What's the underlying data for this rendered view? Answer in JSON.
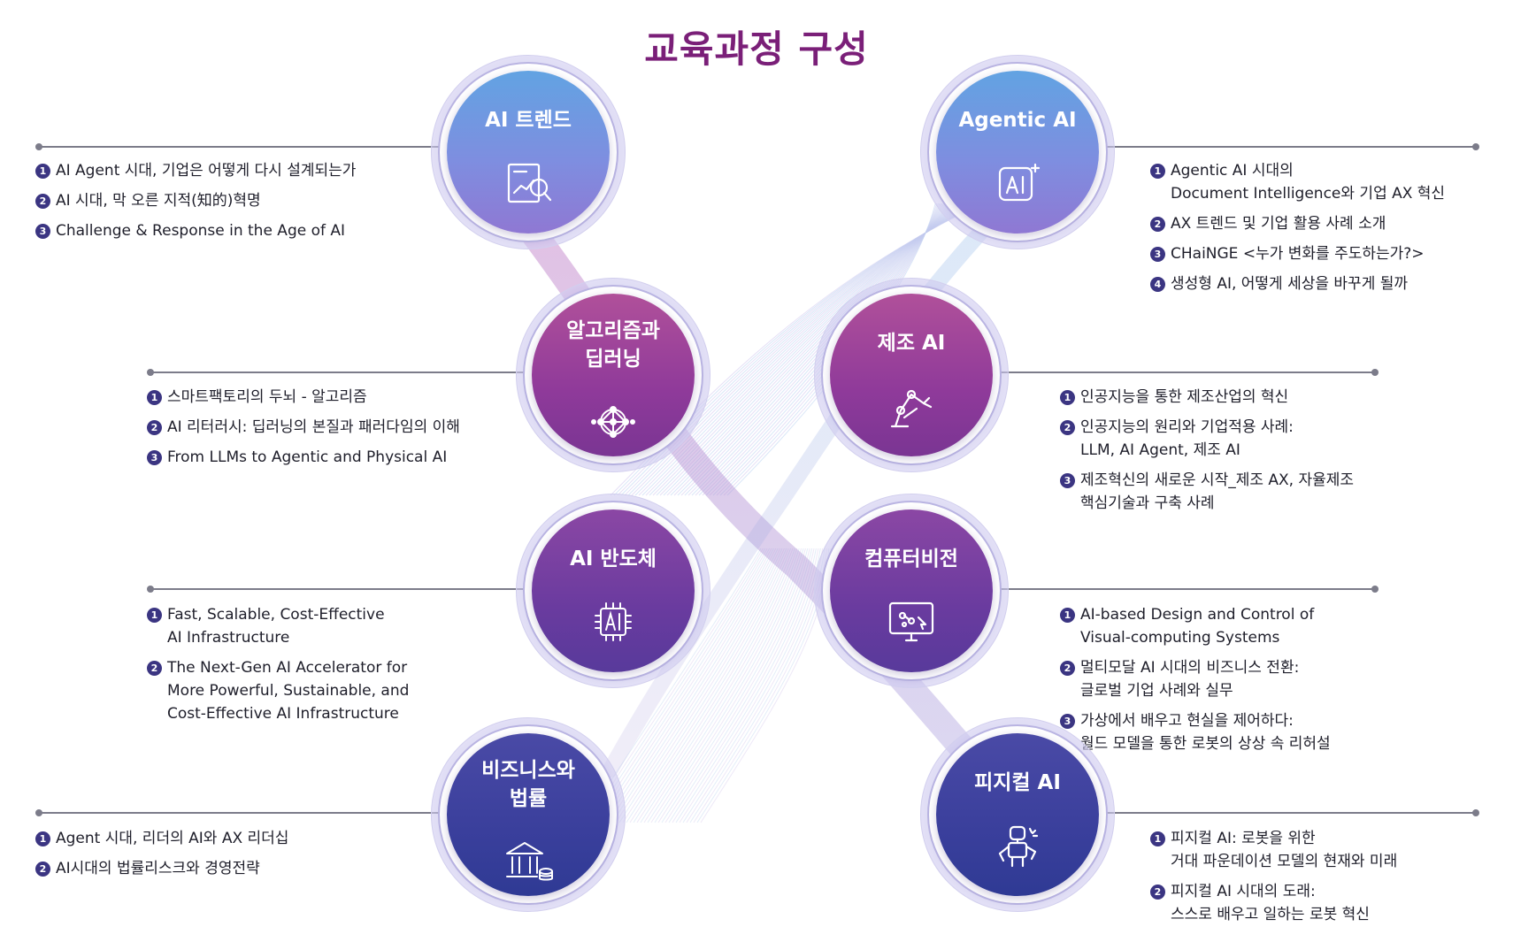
{
  "title": "교육과정 구성",
  "colors": {
    "title": "#7a1f78",
    "bullet": "#3b3582",
    "line": "#7c7c8a"
  },
  "nodes": {
    "ai_trend": {
      "label": "AI 트렌드",
      "icon": "document-analysis-icon",
      "items": [
        {
          "num": "1",
          "text": "AI Agent 시대, 기업은 어떻게 다시 설계되는가"
        },
        {
          "num": "2",
          "text": "AI 시대, 막 오른 지적(知的)혁명"
        },
        {
          "num": "3",
          "text": "Challenge & Response in the Age of AI"
        }
      ]
    },
    "agentic_ai": {
      "label": "Agentic AI",
      "icon": "ai-sparkle-icon",
      "items": [
        {
          "num": "1",
          "text": "Agentic AI 시대의\nDocument Intelligence와 기업 AX 혁신"
        },
        {
          "num": "2",
          "text": "AX 트렌드 및 기업 활용 사례 소개"
        },
        {
          "num": "3",
          "text": "CHaiNGE <누가 변화를 주도하는가?>"
        },
        {
          "num": "4",
          "text": "생성형 AI, 어떻게 세상을 바꾸게 될까"
        }
      ]
    },
    "algorithm": {
      "label": "알고리즘과\n딥러닝",
      "icon": "neural-network-icon",
      "items": [
        {
          "num": "1",
          "text": "스마트팩토리의 두뇌 - 알고리즘"
        },
        {
          "num": "2",
          "text": "AI 리터러시:  딥러닝의 본질과 패러다임의 이해"
        },
        {
          "num": "3",
          "text": "From LLMs to Agentic and Physical AI"
        }
      ]
    },
    "manufacturing_ai": {
      "label": "제조 AI",
      "icon": "robot-arm-icon",
      "items": [
        {
          "num": "1",
          "text": "인공지능을 통한 제조산업의 혁신"
        },
        {
          "num": "2",
          "text": "인공지능의 원리와 기업적용 사례:\nLLM, AI Agent, 제조 AI"
        },
        {
          "num": "3",
          "text": "제조혁신의 새로운 시작_제조 AX, 자율제조\n핵심기술과 구축 사례"
        }
      ]
    },
    "ai_semiconductor": {
      "label": "AI 반도체",
      "icon": "ai-chip-icon",
      "items": [
        {
          "num": "1",
          "text": "Fast, Scalable, Cost-Effective\nAI Infrastructure"
        },
        {
          "num": "2",
          "text": "The Next-Gen AI Accelerator for\nMore Powerful, Sustainable, and\nCost-Effective AI Infrastructure"
        }
      ]
    },
    "computer_vision": {
      "label": "컴퓨터비전",
      "icon": "monitor-vision-icon",
      "items": [
        {
          "num": "1",
          "text": "AI-based Design and Control of\nVisual-computing Systems"
        },
        {
          "num": "2",
          "text": "멀티모달 AI 시대의 비즈니스 전환:\n글로벌 기업 사례와 실무"
        },
        {
          "num": "3",
          "text": "가상에서 배우고 현실을 제어하다:\n  월드 모델을 통한 로봇의 상상 속 리허설"
        }
      ]
    },
    "business_law": {
      "label": "비즈니스와\n법률",
      "icon": "courthouse-coins-icon",
      "items": [
        {
          "num": "1",
          "text": "Agent 시대, 리더의 AI와 AX 리더십"
        },
        {
          "num": "2",
          "text": "AI시대의 법률리스크와 경영전략"
        }
      ]
    },
    "physical_ai": {
      "label": "피지컬 AI",
      "icon": "humanoid-robot-icon",
      "items": [
        {
          "num": "1",
          "text": "피지컬 AI: 로봇을 위한\n거대 파운데이션 모델의 현재와 미래"
        },
        {
          "num": "2",
          "text": "피지컬 AI 시대의 도래:\n스스로 배우고 일하는 로봇 혁신"
        }
      ]
    }
  }
}
